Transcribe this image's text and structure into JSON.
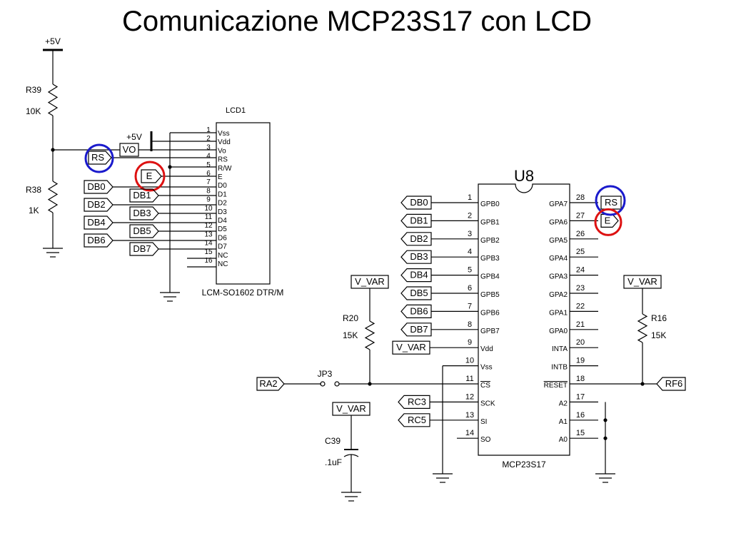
{
  "title": "Comunicazione MCP23S17 con LCD",
  "colors": {
    "ring_rs": "#1a1acc",
    "ring_e": "#dd1111",
    "ink": "#000000"
  },
  "left_circuit": {
    "supply": "+5V",
    "r39": {
      "ref": "R39",
      "value": "10K"
    },
    "r38": {
      "ref": "R38",
      "value": "1K"
    },
    "vo_tag": "VO",
    "rs_tag": "RS",
    "e_tag": "E",
    "supply2": "+5V",
    "db_left": [
      "DB0",
      "DB2",
      "DB4",
      "DB6"
    ],
    "db_mid": [
      "DB1",
      "DB3",
      "DB5",
      "DB7"
    ]
  },
  "lcd": {
    "ref": "LCD1",
    "part": "LCM-SO1602 DTR/M",
    "pins": [
      {
        "num": "1",
        "name": "Vss"
      },
      {
        "num": "2",
        "name": "Vdd"
      },
      {
        "num": "3",
        "name": "Vo"
      },
      {
        "num": "4",
        "name": "RS"
      },
      {
        "num": "5",
        "name": "R/W"
      },
      {
        "num": "6",
        "name": "E"
      },
      {
        "num": "7",
        "name": "D0"
      },
      {
        "num": "8",
        "name": "D1"
      },
      {
        "num": "9",
        "name": "D2"
      },
      {
        "num": "10",
        "name": "D3"
      },
      {
        "num": "11",
        "name": "D4"
      },
      {
        "num": "12",
        "name": "D5"
      },
      {
        "num": "13",
        "name": "D6"
      },
      {
        "num": "14",
        "name": "D7"
      },
      {
        "num": "15",
        "name": "NC"
      },
      {
        "num": "16",
        "name": "NC"
      }
    ]
  },
  "mcp": {
    "ref": "U8",
    "part": "MCP23S17",
    "left_pins": [
      {
        "num": "1",
        "name": "GPB0",
        "net": "DB0"
      },
      {
        "num": "2",
        "name": "GPB1",
        "net": "DB1"
      },
      {
        "num": "3",
        "name": "GPB2",
        "net": "DB2"
      },
      {
        "num": "4",
        "name": "GPB3",
        "net": "DB3"
      },
      {
        "num": "5",
        "name": "GPB4",
        "net": "DB4"
      },
      {
        "num": "6",
        "name": "GPB5",
        "net": "DB5"
      },
      {
        "num": "7",
        "name": "GPB6",
        "net": "DB6"
      },
      {
        "num": "8",
        "name": "GPB7",
        "net": "DB7"
      },
      {
        "num": "9",
        "name": "Vdd",
        "net": "V_VAR"
      },
      {
        "num": "10",
        "name": "Vss",
        "net": ""
      },
      {
        "num": "11",
        "name": "CS",
        "net": ""
      },
      {
        "num": "12",
        "name": "SCK",
        "net": "RC3"
      },
      {
        "num": "13",
        "name": "SI",
        "net": "RC5"
      },
      {
        "num": "14",
        "name": "SO",
        "net": ""
      }
    ],
    "right_pins": [
      {
        "num": "28",
        "name": "GPA7",
        "net": "RS"
      },
      {
        "num": "27",
        "name": "GPA6",
        "net": "E"
      },
      {
        "num": "26",
        "name": "GPA5",
        "net": ""
      },
      {
        "num": "25",
        "name": "GPA4",
        "net": ""
      },
      {
        "num": "24",
        "name": "GPA3",
        "net": ""
      },
      {
        "num": "23",
        "name": "GPA2",
        "net": ""
      },
      {
        "num": "22",
        "name": "GPA1",
        "net": ""
      },
      {
        "num": "21",
        "name": "GPA0",
        "net": ""
      },
      {
        "num": "20",
        "name": "INTA",
        "net": ""
      },
      {
        "num": "19",
        "name": "INTB",
        "net": ""
      },
      {
        "num": "18",
        "name": "RESET",
        "net": "RF6"
      },
      {
        "num": "17",
        "name": "A2",
        "net": ""
      },
      {
        "num": "16",
        "name": "A1",
        "net": ""
      },
      {
        "num": "15",
        "name": "A0",
        "net": ""
      }
    ]
  },
  "right_circuit": {
    "vvar_top_left": "V_VAR",
    "r20": {
      "ref": "R20",
      "value": "15K"
    },
    "ra2": "RA2",
    "jp3": "JP3",
    "vvar_cap": "V_VAR",
    "c39": {
      "ref": "C39",
      "value": ".1uF"
    },
    "vvar_r16": "V_VAR",
    "r16": {
      "ref": "R16",
      "value": "15K"
    },
    "rf6": "RF6"
  }
}
